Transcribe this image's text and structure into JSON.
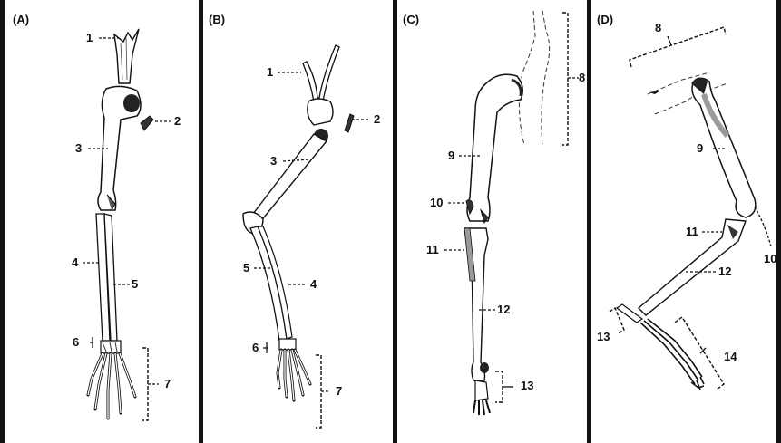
{
  "panels": [
    {
      "label": "(A)",
      "numbers": [
        "1",
        "2",
        "3",
        "4",
        "5",
        "6",
        "7"
      ]
    },
    {
      "label": "(B)",
      "numbers": [
        "1",
        "2",
        "3",
        "4",
        "5",
        "6",
        "7"
      ]
    },
    {
      "label": "(C)",
      "numbers": [
        "8",
        "9",
        "10",
        "11",
        "12",
        "13"
      ]
    },
    {
      "label": "(D)",
      "numbers": [
        "8",
        "9",
        "10",
        "11",
        "12",
        "13",
        "14"
      ]
    }
  ],
  "colors": {
    "ink": "#111111",
    "bone_shade": "#c9c9c9",
    "paper": "#ffffff"
  }
}
